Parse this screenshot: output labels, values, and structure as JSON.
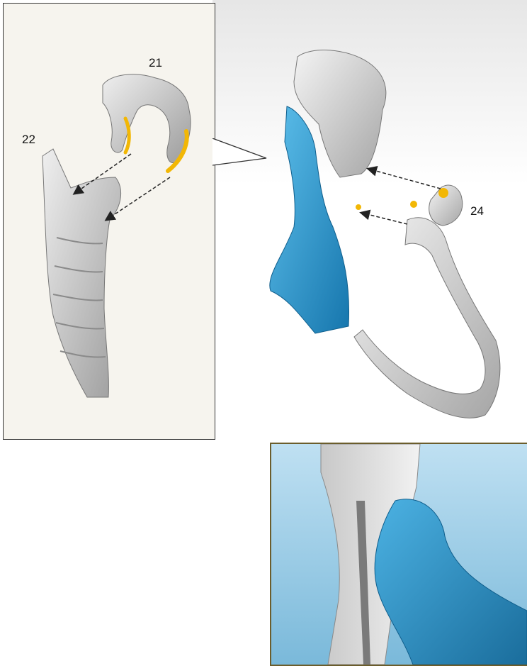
{
  "labels": {
    "part_21": "21",
    "part_22": "22",
    "part_24": "24"
  },
  "colors": {
    "bone": "#d9d9d9",
    "bone_shade": "#a9a9a9",
    "bone_dark": "#8a8a8a",
    "highlight_yellow": "#f2b705",
    "highlight_blue": "#2b9ad1",
    "inset_sky": "#9ccbe6",
    "panel_bg": "#f6f4ee",
    "panel_border": "#333333",
    "inset_border": "#6b5d2c"
  },
  "icons": {
    "arrow": "dashed-arrow-icon"
  }
}
